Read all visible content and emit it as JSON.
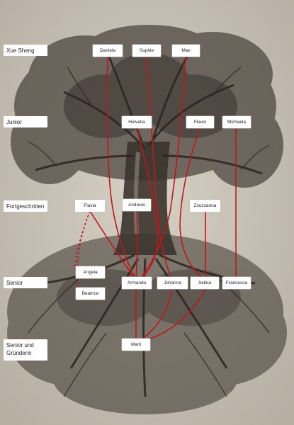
{
  "levels": {
    "xue_sheng": "Xue Sheng",
    "junior": "Junior",
    "fortgeschritten": "Fortgeschritten",
    "senior": "Senior",
    "senior_gruenderin": "Senior und Gründerin"
  },
  "people": {
    "daniela": "Daniela",
    "sophie": "Sophie",
    "max": "Max",
    "helvetia": "Helvetia",
    "flavio": "Flavio",
    "michaela": "Michaela",
    "flavia": "Flavia",
    "andreas": "Andreas",
    "zsuzsanna": "Zsuzsanna",
    "angela": "Angela",
    "beatrice": "Beatrice",
    "armando": "Armando",
    "johanna": "Johanna",
    "selina": "Selina",
    "francesca": "Francesca",
    "marli": "Marli"
  },
  "colors": {
    "background": "#c9c2b6",
    "tree": "#2e2924",
    "connection": "#c0171b"
  }
}
